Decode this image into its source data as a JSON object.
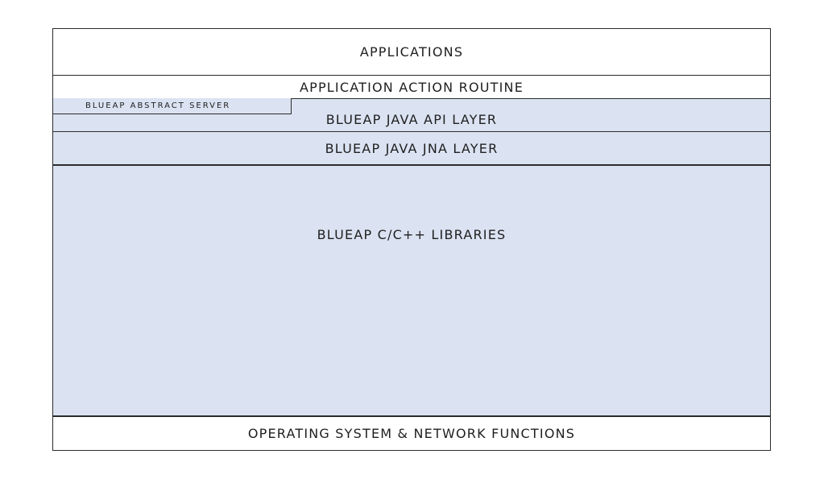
{
  "layers": {
    "applications": "APPLICATIONS",
    "action_routine": "APPLICATION ACTION ROUTINE",
    "abstract_server": "BLUEAP ABSTRACT SERVER",
    "java_api": "BLUEAP JAVA API LAYER",
    "java_jna": "BLUEAP JAVA JNA LAYER",
    "c_libraries": "BLUEAP C/C++ LIBRARIES",
    "os_network": "OPERATING SYSTEM & NETWORK FUNCTIONS"
  },
  "colors": {
    "blue_layer": "#dbe3f2",
    "white_layer": "#ffffff",
    "border": "#2b2b2b"
  }
}
